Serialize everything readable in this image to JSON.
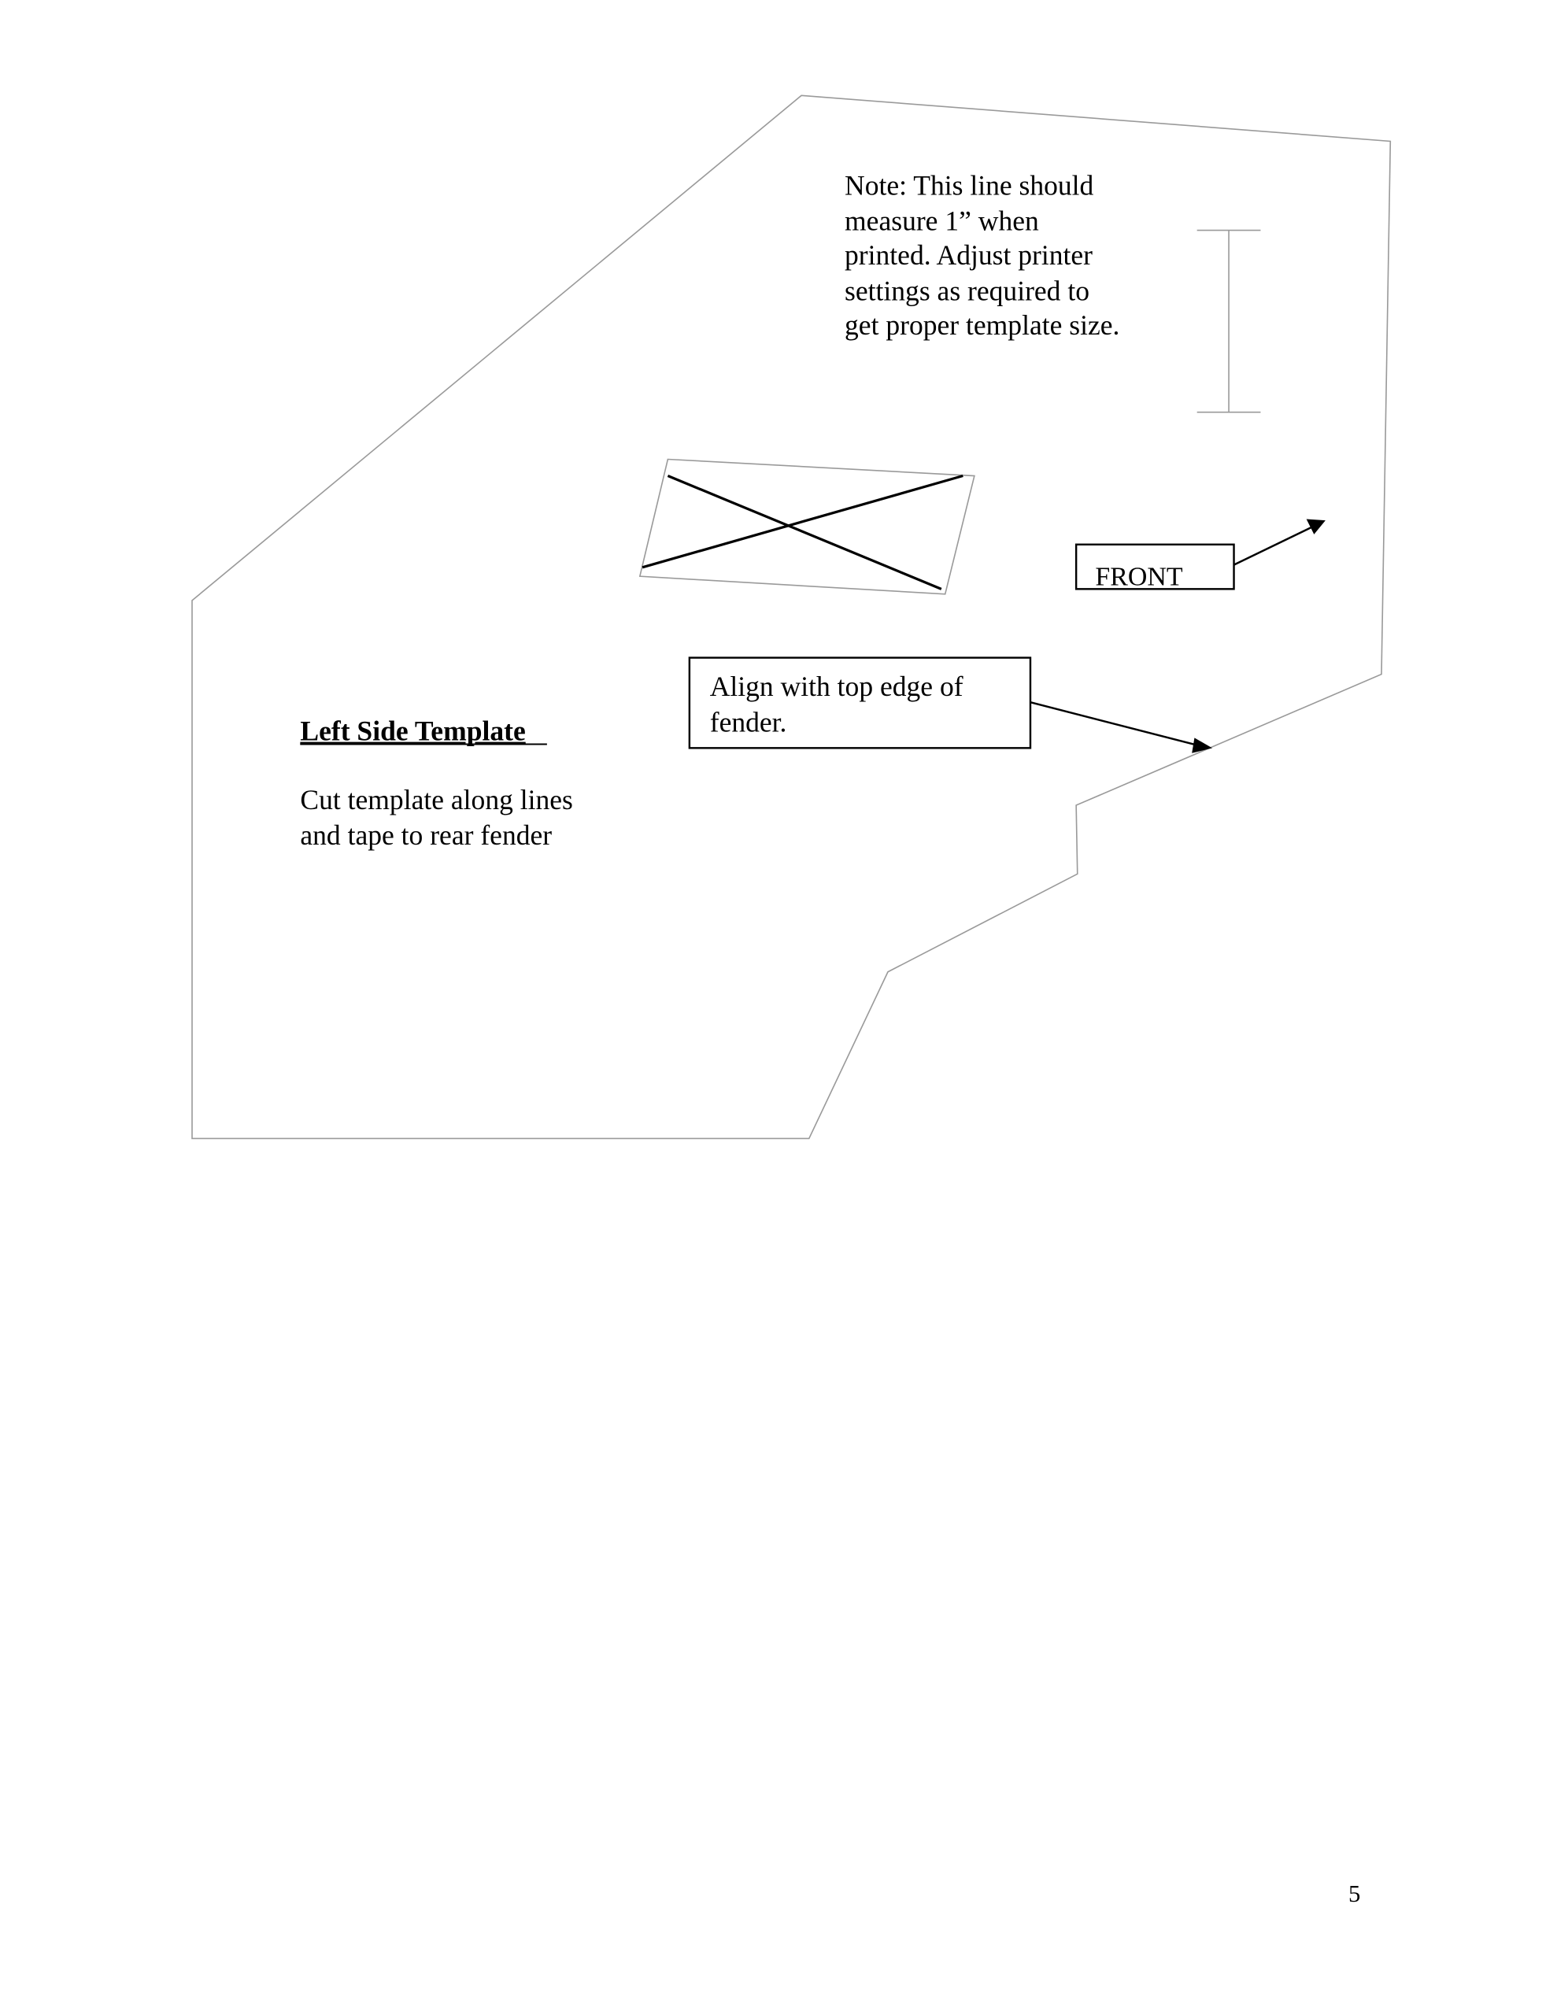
{
  "note": {
    "lines": [
      "Note:  This line should",
      "measure 1” when",
      "printed.  Adjust printer",
      "settings as required to",
      "get proper template size."
    ]
  },
  "front_label": "FRONT",
  "align_label": {
    "lines": [
      "Align with top edge of",
      "fender."
    ]
  },
  "template": {
    "title": "Left Side Template",
    "instructions": [
      "Cut template along lines",
      "and tape to rear fender"
    ]
  },
  "page_number": "5",
  "colors": {
    "outline": "#9a9a9a",
    "ink": "#000000"
  }
}
